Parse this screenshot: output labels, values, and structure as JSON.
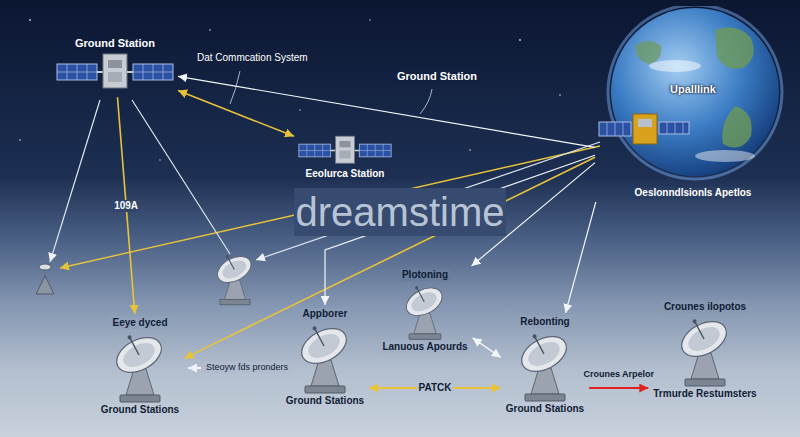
{
  "diagram": {
    "nodes": [
      {
        "text": [
          "Ground Station"
        ]
      },
      {
        "text": [
          "Eeolurca Station"
        ]
      },
      {
        "text": [
          "Upalllink",
          "Oeslonndlsionls Apetlos"
        ]
      },
      {
        "text": [
          "Eeye dyced",
          "Ground Stations"
        ]
      },
      {
        "text": [
          "Appborer",
          "Ground Stations"
        ]
      },
      {
        "text": [
          "Plotoning",
          "Lanuous Apourds"
        ]
      },
      {
        "text": [
          "Rebonting",
          "Ground Stations"
        ]
      },
      {
        "text": [
          "Crounes ilopotos",
          "Trmurde Restumsters"
        ]
      }
    ],
    "edges": [
      {
        "from": 0,
        "to": 1,
        "arrow": "both"
      },
      {
        "from": 2,
        "to": 0,
        "arrow": "to"
      },
      {
        "from": 0,
        "to": 3,
        "label": "109A",
        "arrow": "to"
      },
      {
        "from": 2,
        "to": 3,
        "arrow": "to"
      },
      {
        "from": 2,
        "to": 4,
        "arrow": "to"
      },
      {
        "from": 2,
        "to": 5,
        "arrow": "to"
      },
      {
        "from": 2,
        "to": 6,
        "arrow": "to"
      },
      {
        "from": 4,
        "to": 6,
        "label": "PATCK",
        "arrow": "both"
      },
      {
        "from": 5,
        "to": 6,
        "arrow": "both"
      },
      {
        "from": 6,
        "to": 7,
        "label": "Crounes Arpelor",
        "arrow": "to"
      }
    ],
    "labels": [
      "Dat Commcation System",
      "Ground Station",
      "Steoyw fds pronders",
      "dreamstime"
    ]
  }
}
